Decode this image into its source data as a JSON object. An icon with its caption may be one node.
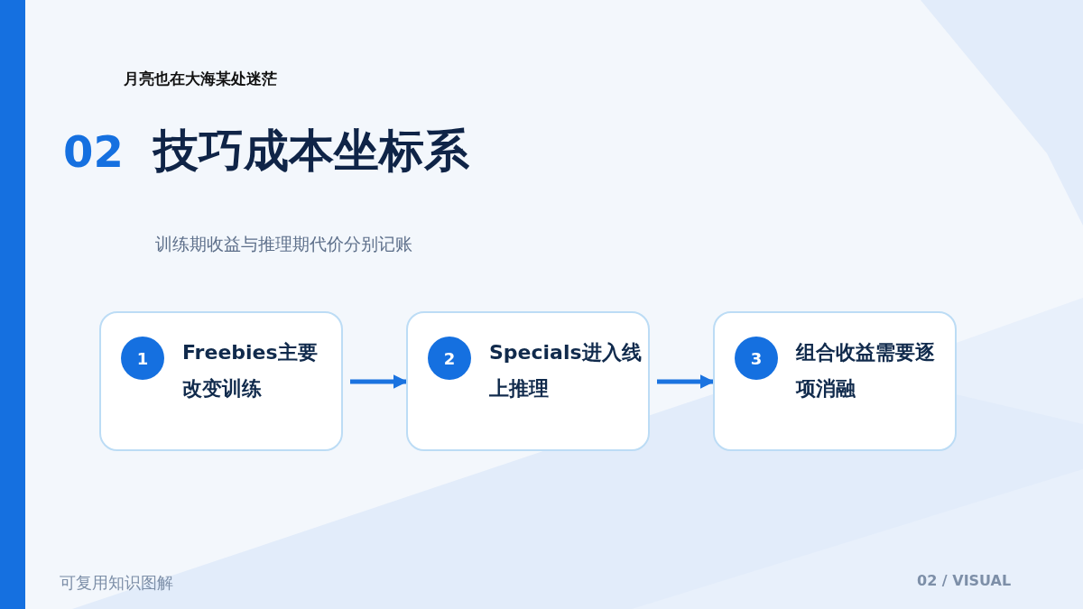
{
  "diagram": {
    "title": "技巧成本坐标系",
    "nodes": [
      {
        "text": [
          "1",
          "Freebies主要改变训练"
        ]
      },
      {
        "text": [
          "2",
          "Specials进入线上推理"
        ]
      },
      {
        "text": [
          "3",
          "组合收益需要逐项消融"
        ]
      }
    ],
    "edges": [
      {
        "from": 0,
        "to": 1,
        "arrow": "to"
      },
      {
        "from": 1,
        "to": 2,
        "arrow": "to"
      }
    ],
    "labels": [
      "月亮也在大海某处迷茫",
      "02",
      "训练期收益与推理期代价分别记账",
      "可复用知识图解",
      "02 / VISUAL"
    ]
  }
}
